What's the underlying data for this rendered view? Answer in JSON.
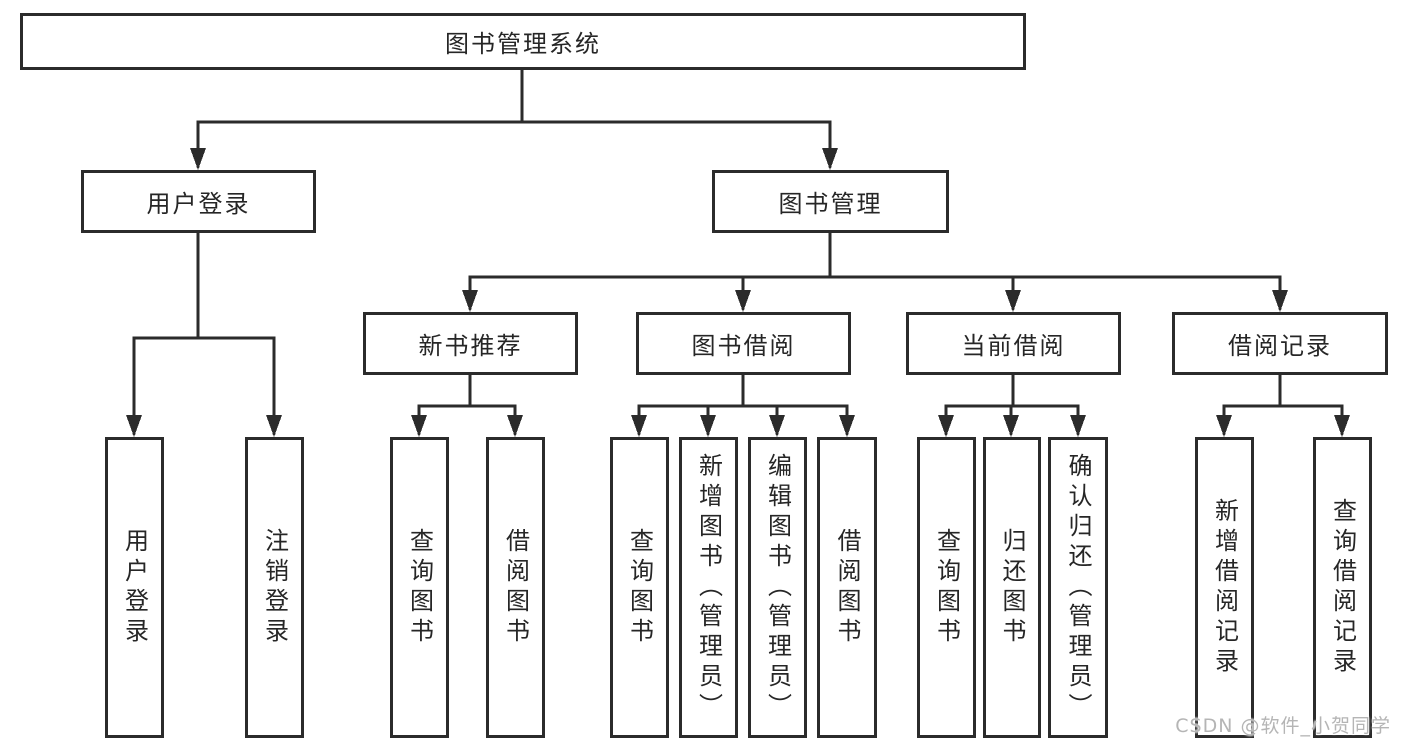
{
  "diagram": {
    "root": {
      "label": "图书管理系统"
    },
    "branches": [
      {
        "label": "用户登录",
        "children": [
          "用户登录",
          "注销登录"
        ]
      },
      {
        "label": "图书管理",
        "groups": [
          {
            "label": "新书推荐",
            "children": [
              "查询图书",
              "借阅图书"
            ]
          },
          {
            "label": "图书借阅",
            "children": [
              "查询图书",
              "新增图书（管理员）",
              "编辑图书（管理员）",
              "借阅图书"
            ]
          },
          {
            "label": "当前借阅",
            "children": [
              "查询图书",
              "归还图书",
              "确认归还（管理员）"
            ]
          },
          {
            "label": "借阅记录",
            "children": [
              "新增借阅记录",
              "查询借阅记录"
            ]
          }
        ]
      }
    ]
  },
  "watermark": {
    "text": "CSDN @软件_小贺同学"
  },
  "colors": {
    "line": "#2b2b2b",
    "box_border": "#2b2b2b",
    "text": "#262626",
    "background": "#ffffff",
    "watermark": "#b5b5b5"
  }
}
